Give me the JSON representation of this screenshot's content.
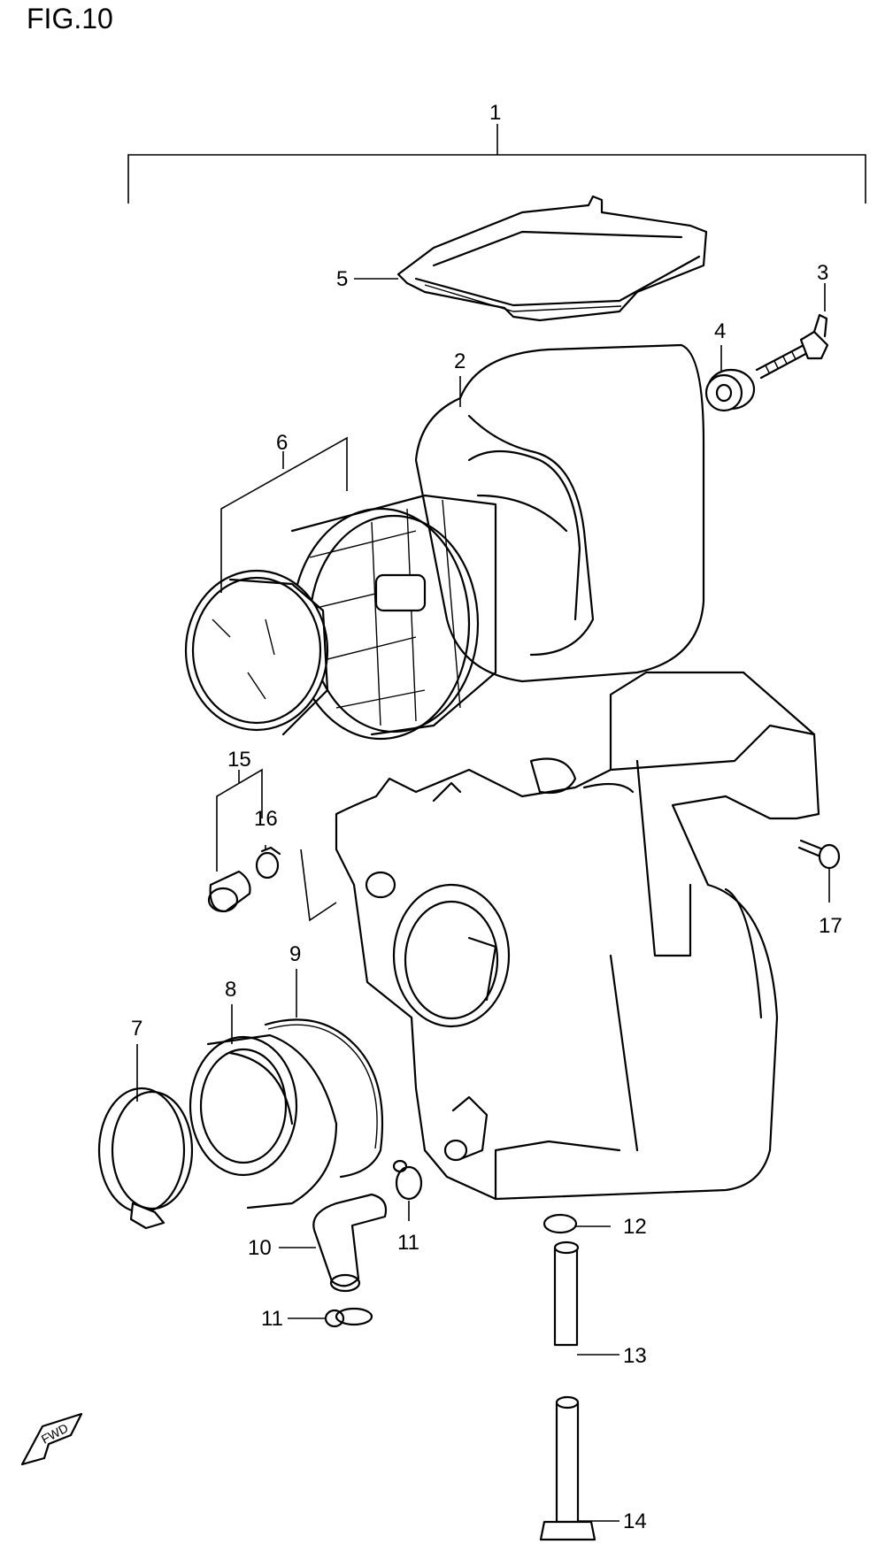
{
  "figure": {
    "title": "FIG.10"
  },
  "callouts": [
    {
      "id": "c1",
      "label": "1"
    },
    {
      "id": "c2",
      "label": "2"
    },
    {
      "id": "c3",
      "label": "3"
    },
    {
      "id": "c4",
      "label": "4"
    },
    {
      "id": "c5",
      "label": "5"
    },
    {
      "id": "c6",
      "label": "6"
    },
    {
      "id": "c7",
      "label": "7"
    },
    {
      "id": "c8",
      "label": "8"
    },
    {
      "id": "c9",
      "label": "9"
    },
    {
      "id": "c10",
      "label": "10"
    },
    {
      "id": "c11a",
      "label": "11"
    },
    {
      "id": "c11b",
      "label": "11"
    },
    {
      "id": "c12",
      "label": "12"
    },
    {
      "id": "c13",
      "label": "13"
    },
    {
      "id": "c14",
      "label": "14"
    },
    {
      "id": "c15",
      "label": "15"
    },
    {
      "id": "c16",
      "label": "16"
    },
    {
      "id": "c17",
      "label": "17"
    }
  ],
  "direction_marker": {
    "label": "FWD",
    "icon": "fwd-arrow-icon"
  }
}
